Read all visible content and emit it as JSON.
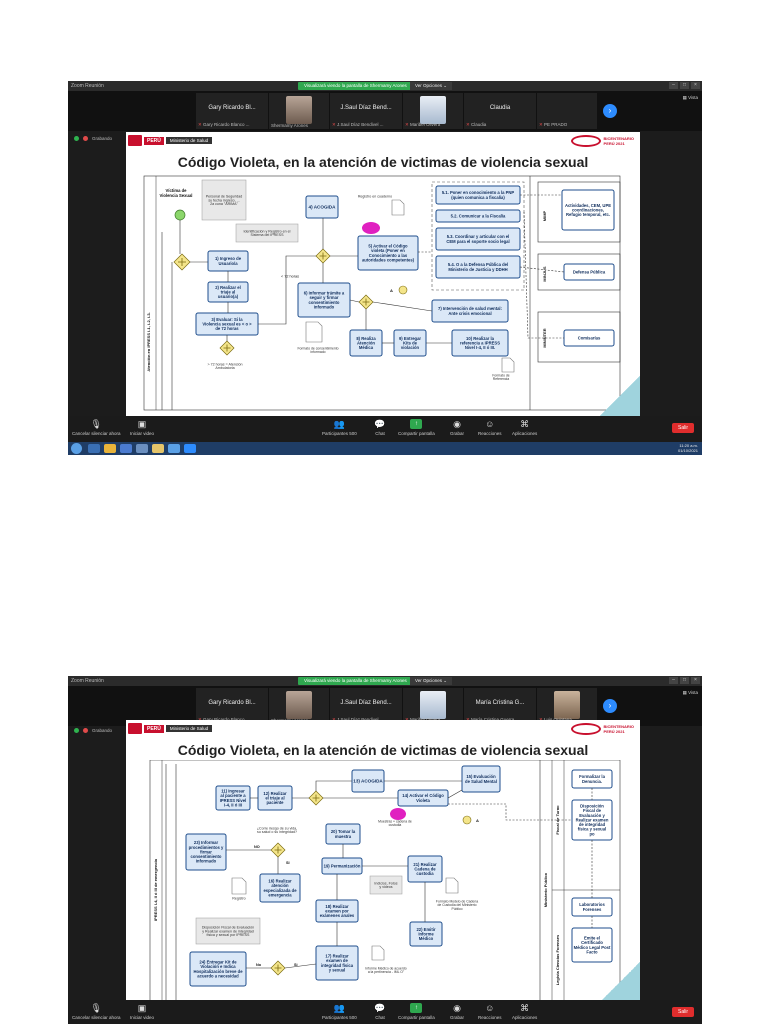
{
  "shot1": {
    "window_title": "Zoom Reunión",
    "share_banner": "Visualizará viendo la pantalla de Shermamy Arones",
    "view_options": "Ver Opciones ⌄",
    "vista": "▦ Vista",
    "participants": [
      {
        "name": "Gary Ricardo Bl...",
        "sub": "Gary Ricardo Blanco ..."
      },
      {
        "name": "",
        "sub": "Shermamy Arones"
      },
      {
        "name": "J.Saul Díaz Bend...",
        "sub": "J.Saul Díaz Bendivel ..."
      },
      {
        "name": "",
        "sub": "Maribel Olivera"
      },
      {
        "name": "Claudia",
        "sub": "Claudia"
      },
      {
        "name": "",
        "sub": "PE PRADO"
      }
    ],
    "status": "Grabando",
    "slide": {
      "peru": "PERÚ",
      "ministry": "Ministerio de Salud",
      "bicentenario": [
        "BICENTENARIO",
        "PERÚ 2021"
      ],
      "title": "Código Violeta, en la atención de victimas de violencia sexual",
      "nodes": {
        "victima": "Víctima de Violencia Sexual",
        "personal_seg": "Personal de Seguridad su fecha ingreso, ... 2a cuna \"ARIMA\"",
        "identificacion": "Identificación y Registro en el Sistema del IPRESS",
        "n1": "1) Ingreso de Usuario/a",
        "n2": "2) Realizar el triaje al usuario(a)",
        "n3": "3) Evaluar: Si la Violencia sexual es < o > de 72 horas",
        "mas72": "> 72 horas = Atención Ambulatoria",
        "menos72": "< 72 horas",
        "n4": "4) ACOGIDA",
        "registro": "Registro en cuaderno",
        "n5": "5) Activar el Código violeta (Poner en Conocimiento a las autoridades competentes)",
        "n6": "6) Informar trámite a seguir y firmar consentimiento informado",
        "formato_cons": "Formato de consentimiento informado",
        "n7": "7) Intervención de salud mental: Ante crisis emocional",
        "n8": "8) Realiza Atención Médica",
        "n9": "9) Entregar Kits de violación",
        "n10": "10) Realizar la referencia a IPRESS Nivel I-4, II ó III.",
        "formato_ref": "Formato de Referencia",
        "s51": "5.1. Poner en conocimiento a la PNP (quien comunica a fiscalía)",
        "s52": "5.2. Comunicar a la Fiscalía",
        "s53": "5.3. Coordinar y articular con el CEM para el soporte socio legal",
        "s54": "5.4. O a la Defensa Pública del Ministerio de Justicia y DDHH",
        "mimp": "Actividades, CEM, UPE coordinaciones, Refugio temporal, etc.",
        "minjus": "Defensa Pública",
        "mininter": "Comisarías",
        "lane_mimp": "MIMP",
        "lane_minjus": "MINJUS",
        "lane_mininter": "MININTER",
        "lane_left": "Atención en IPRESS I-1, I-2, I-3.",
        "conn_a": "A"
      }
    },
    "toolbar": [
      "Cancelar silenciar ahora",
      "Iniciar video",
      "Participantes",
      "Chat",
      "Compartir pantalla",
      "Grabar",
      "Reacciones",
      "Aplicaciones"
    ],
    "participants_count": "500",
    "salir": "Salir",
    "clock": [
      "11:20 a.m.",
      "01/10/2021"
    ]
  },
  "shot2": {
    "window_title": "Zoom Reunión",
    "share_banner": "Visualizará viendo la pantalla de Shermamy Arones",
    "view_options": "Ver Opciones ⌄",
    "vista": "▦ Vista",
    "participants": [
      {
        "name": "Gary Ricardo Bl...",
        "sub": "Gary Ricardo Blanco ..."
      },
      {
        "name": "",
        "sub": "Shermamy Arones"
      },
      {
        "name": "J.Saul Díaz Bend...",
        "sub": "J.Saul Díaz Bendivel ..."
      },
      {
        "name": "",
        "sub": "Maribel Olivera"
      },
      {
        "name": "María Cristina G...",
        "sub": "María Cristina Guerra..."
      },
      {
        "name": "",
        "sub": "Luis Quintana"
      }
    ],
    "status": "Grabando",
    "slide": {
      "peru": "PERÚ",
      "ministry": "Ministerio de Salud",
      "bicentenario": [
        "BICENTENARIO",
        "PERÚ 2021"
      ],
      "title": "Código Violeta, en la atención de victimas de violencia sexual",
      "nodes": {
        "n11": "11) Ingresar al paciente a IPRESS Nivel I-4, II ó III",
        "n12": "12) Realizar el triaje al paciente",
        "n13": "13) ACOGIDA",
        "n14": "14) Activar el Código Violeta",
        "n15": "15) Evaluación de Salud Mental",
        "riesgo": "¿Corre riesgo de su vida, su salud o su integridad?",
        "no": "NO",
        "si": "SI",
        "n23": "23) Informar procedimientos y firmar consentimiento informado",
        "n16": "16) Realizar atención especializada de emergencia",
        "registro": "Registro",
        "muestras": "Muestras + cadena de custodia",
        "n20": "20) Tomar la muestra",
        "n19": "19) Permanización",
        "indicios": "Indicios, Fotos y videos",
        "n21": "21) Realizar Cadena de custodia",
        "formato_cadena": "Formato Modelo de Cadena de Custodia del Ministerio Público",
        "n18": "18) Realizar examen por exámenes anales",
        "n22": "22) Emitir informe Médico",
        "disposicion": "Disposición Fiscal de Evaluación y Realizar examen de integridad física y sexual por IPRESS",
        "n24": "24) Entregar Kit de Violación e Indica Hospitalización breve de acuerdo a necesidad",
        "n17": "17) Realizar examen de integridad física y sexual",
        "informe": "Informe Médico de acuerdo a la pertinencia - IML O\"",
        "conn_no": "No",
        "conn_si": "Si",
        "conn_a": "A",
        "r1": "Formalizar la Denuncia.",
        "r2": "Disposición Fiscal de Evaluación y Realizar examen de integridad física y sexual po",
        "r3": "Laboratorios Forenses",
        "r4": "Emite el Certificado Médico Legal Post Facto",
        "lane_fiscal": "Fiscal de Turno",
        "lane_mp": "Ministerio Público",
        "lane_legal": "Legista Ciencias Forenses",
        "lane_left": "IPRESS I-4, II ó III de emergencia"
      }
    },
    "toolbar": [
      "Cancelar silenciar ahora",
      "Iniciar video",
      "Participantes",
      "Chat",
      "Compartir pantalla",
      "Grabar",
      "Reacciones",
      "Aplicaciones"
    ],
    "participants_count": "500",
    "salir": "Salir"
  },
  "colors": {
    "accent": "#2d8cff",
    "share_green": "#2fa84f",
    "exit_red": "#e02d2d",
    "peru_red": "#c8102e",
    "node_fill": "#dbe8f7",
    "node_stroke": "#1f4e8c",
    "diamond": "#f4e58a",
    "start": "#8bd66b"
  }
}
